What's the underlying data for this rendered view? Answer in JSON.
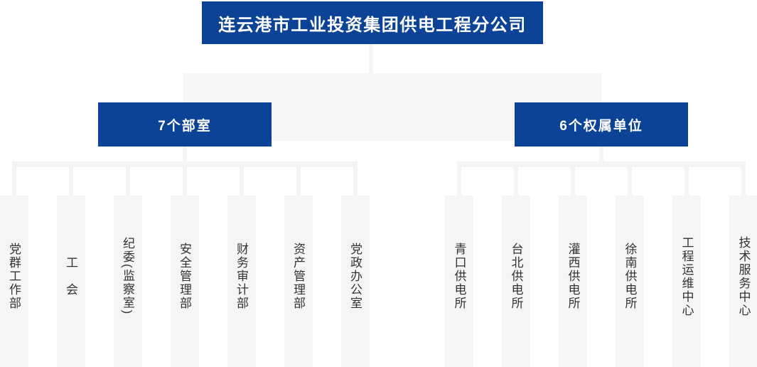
{
  "org_chart": {
    "root": {
      "label": "连云港市工业投资集团供电工程分公司"
    },
    "groups": [
      {
        "id": "departments",
        "label": "7个部室",
        "children": [
          "党群工作部",
          "工　会",
          "纪委(监察室)",
          "安全管理部",
          "财务审计部",
          "资产管理部",
          "党政办公室"
        ]
      },
      {
        "id": "subsidiaries",
        "label": "6个权属单位",
        "children": [
          "青口供电所",
          "台北供电所",
          "灌西供电所",
          "徐南供电所",
          "工程运维中心",
          "技术服务中心"
        ]
      }
    ],
    "colors": {
      "node_blue": "#0c4396",
      "connector_gray": "#f4f4f5",
      "band_gray": "#f5f5f6",
      "leaf_bg": "#f5f5f6",
      "leaf_text": "#333333"
    }
  }
}
